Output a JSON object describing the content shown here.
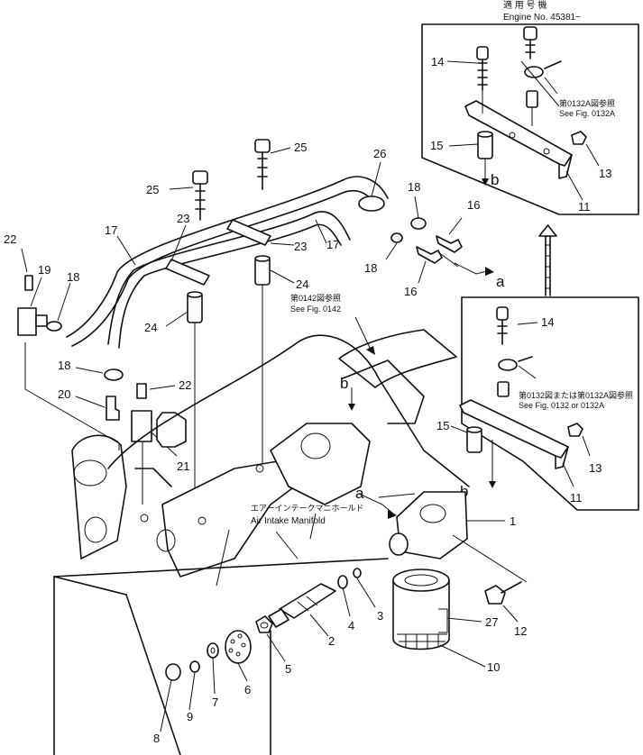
{
  "header": {
    "jp": "適 用 号 機",
    "engine": "Engine No. 45381~"
  },
  "notes": {
    "top_fig_jp": "第0132A図参照",
    "top_fig_en": "See Fig. 0132A",
    "fig142_jp": "第0142図参照",
    "fig142_en": "See Fig. 0142",
    "mid_fig_jp": "第0132図または第0132A図参照",
    "mid_fig_en": "See Fig. 0132 or 0132A",
    "manifold_jp": "エアーインテークマニホールド",
    "manifold_en_1": "Air Intake Manifold"
  },
  "markers": {
    "a": "a",
    "b": "b"
  },
  "labels": [
    {
      "id": "l14-top",
      "text": "14"
    },
    {
      "id": "l15-top",
      "text": "15"
    },
    {
      "id": "l13-top",
      "text": "13"
    },
    {
      "id": "l11-top",
      "text": "11"
    },
    {
      "id": "l26",
      "text": "26"
    },
    {
      "id": "l25-a",
      "text": "25"
    },
    {
      "id": "l25-b",
      "text": "25"
    },
    {
      "id": "l18-a",
      "text": "18"
    },
    {
      "id": "l16-a",
      "text": "16"
    },
    {
      "id": "l16-b",
      "text": "16"
    },
    {
      "id": "l18-b",
      "text": "18"
    },
    {
      "id": "l23-a",
      "text": "23"
    },
    {
      "id": "l23-b",
      "text": "23"
    },
    {
      "id": "l17-a",
      "text": "17"
    },
    {
      "id": "l17-b",
      "text": "17"
    },
    {
      "id": "l22-a",
      "text": "22"
    },
    {
      "id": "l19",
      "text": "19"
    },
    {
      "id": "l18-c",
      "text": "18"
    },
    {
      "id": "l24-a",
      "text": "24"
    },
    {
      "id": "l24-b",
      "text": "24"
    },
    {
      "id": "l18-d",
      "text": "18"
    },
    {
      "id": "l22-b",
      "text": "22"
    },
    {
      "id": "l20",
      "text": "20"
    },
    {
      "id": "l21",
      "text": "21"
    },
    {
      "id": "l14-mid",
      "text": "14"
    },
    {
      "id": "l15-mid",
      "text": "15"
    },
    {
      "id": "l13-mid",
      "text": "13"
    },
    {
      "id": "l11-mid",
      "text": "11"
    },
    {
      "id": "l1",
      "text": "1"
    },
    {
      "id": "l12",
      "text": "12"
    },
    {
      "id": "l27",
      "text": "27"
    },
    {
      "id": "l10",
      "text": "10"
    },
    {
      "id": "l2",
      "text": "2"
    },
    {
      "id": "l3",
      "text": "3"
    },
    {
      "id": "l4",
      "text": "4"
    },
    {
      "id": "l5",
      "text": "5"
    },
    {
      "id": "l6",
      "text": "6"
    },
    {
      "id": "l7",
      "text": "7"
    },
    {
      "id": "l8",
      "text": "8"
    },
    {
      "id": "l9",
      "text": "9"
    }
  ]
}
